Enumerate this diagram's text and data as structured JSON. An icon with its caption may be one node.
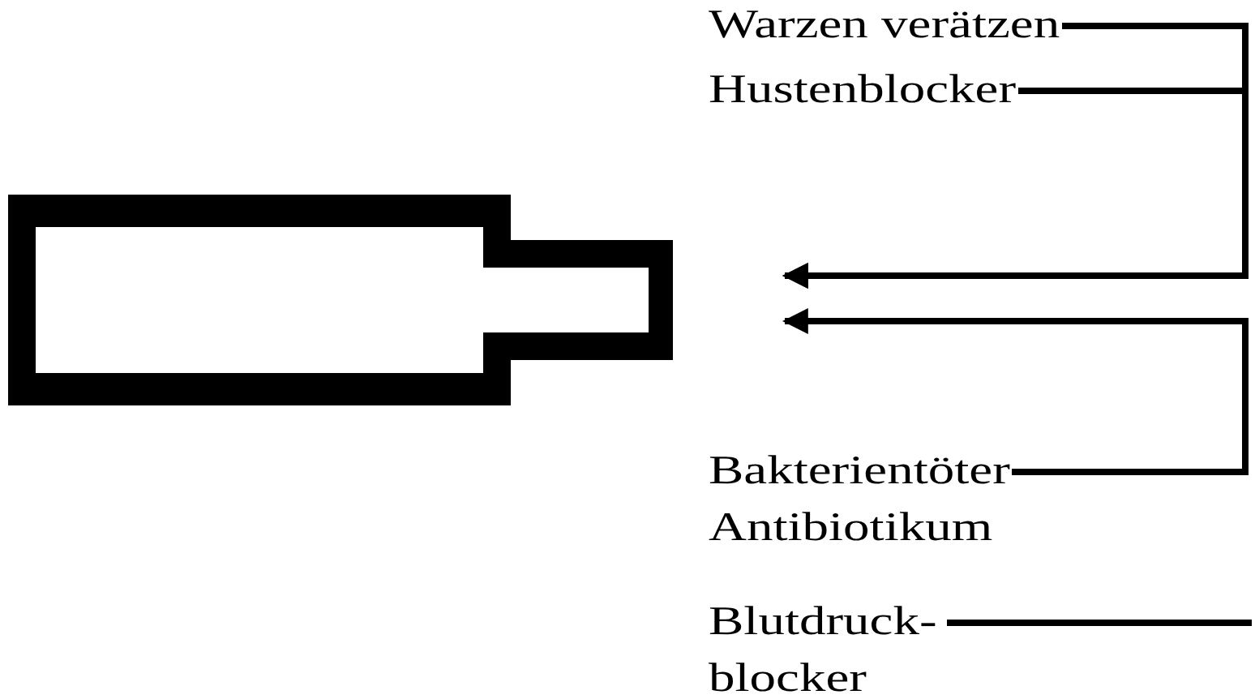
{
  "diagram": {
    "nodes": [
      {
        "text": [],
        "shape": "bottle"
      },
      {
        "text": [
          "Warzen verätzen"
        ]
      },
      {
        "text": [
          "Hustenblocker"
        ]
      },
      {
        "text": [
          "Bakterientöter",
          "Antibiotikum"
        ]
      },
      {
        "text": [
          "Blutdruck- blocker"
        ]
      }
    ],
    "edges": [
      {
        "from": 1,
        "to": null,
        "arrow": "to"
      },
      {
        "from": 2,
        "to": null,
        "arrow": "to"
      },
      {
        "from": 3,
        "to": null,
        "arrow": "to"
      },
      {
        "from": 4,
        "to": null,
        "arrow": "none"
      }
    ]
  }
}
